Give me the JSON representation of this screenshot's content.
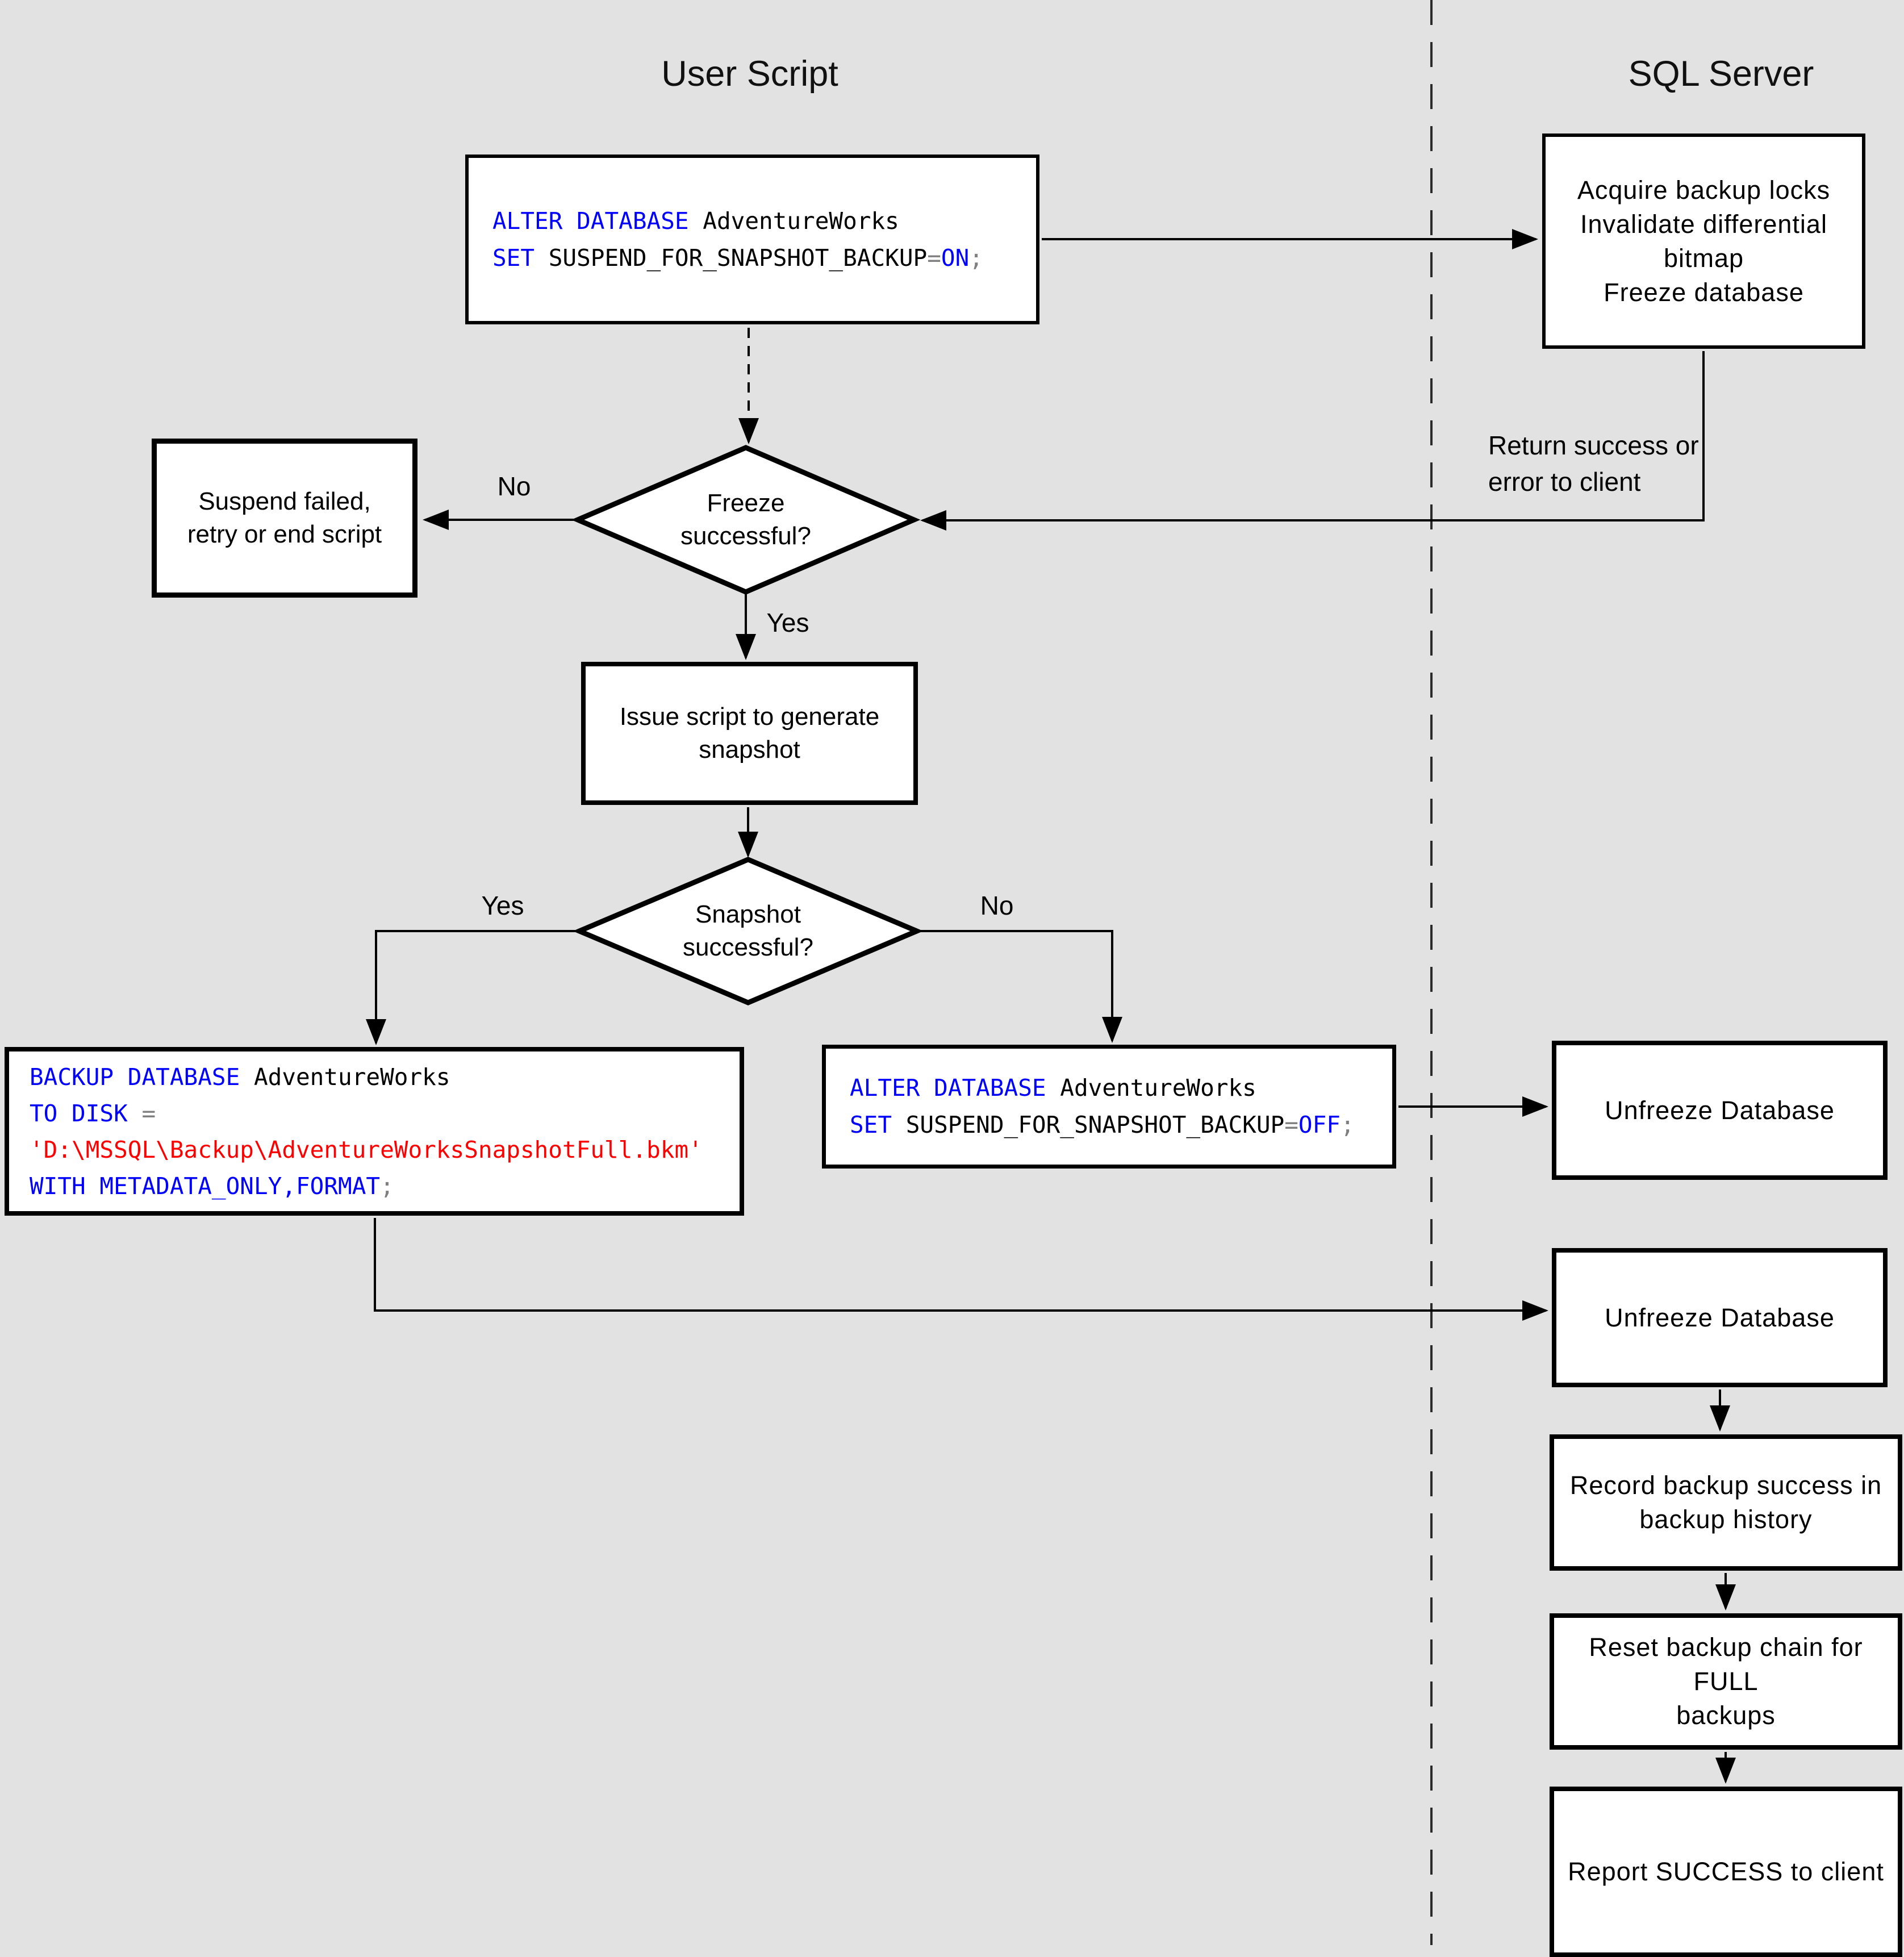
{
  "titles": {
    "user_script": "User Script",
    "sql_server": "SQL Server"
  },
  "decisions": {
    "freeze": "Freeze\nsuccessful?",
    "snapshot": "Snapshot\nsuccessful?"
  },
  "branch_labels": {
    "freeze_no": "No",
    "freeze_yes": "Yes",
    "snapshot_yes": "Yes",
    "snapshot_no": "No"
  },
  "notes": {
    "return_to_client": "Return success or\nerror to client"
  },
  "process_boxes": {
    "suspend_failed": "Suspend failed,\nretry or end script",
    "acquire": "Acquire backup locks\nInvalidate differential\nbitmap\nFreeze database",
    "issue_snapshot": "Issue script to generate\nsnapshot",
    "unfreeze_1": "Unfreeze Database",
    "unfreeze_2": "Unfreeze Database",
    "record_history": "Record backup success in\nbackup history",
    "reset_chain": "Reset backup chain for FULL\nbackups",
    "report_success": "Report SUCCESS to client"
  },
  "code": {
    "suspend_on": {
      "l1_kw": "ALTER DATABASE",
      "l1_id": " AdventureWorks",
      "l2_kw": "SET",
      "l2_id": " SUSPEND_FOR_SNAPSHOT_BACKUP",
      "l2_op": "=",
      "l2_kw2": "ON",
      "l2_pn": ";"
    },
    "suspend_off": {
      "l1_kw": "ALTER DATABASE",
      "l1_id": " AdventureWorks",
      "l2_kw": "SET",
      "l2_id": " SUSPEND_FOR_SNAPSHOT_BACKUP",
      "l2_op": "=",
      "l2_kw2": "OFF",
      "l2_pn": ";"
    },
    "backup": {
      "l1_kw": "BACKUP DATABASE",
      "l1_id": " AdventureWorks",
      "l2_kw": "TO DISK",
      "l2_op": " =",
      "l3_str": "'D:\\MSSQL\\Backup\\AdventureWorksSnapshotFull.bkm'",
      "l4_kw": "WITH METADATA_ONLY,FORMAT",
      "l4_pn": ";"
    }
  },
  "colors": {
    "background": "#e2e2e2",
    "box_fill": "#ffffff",
    "line": "#000000",
    "keyword": "#0000ff",
    "identifier": "#000000",
    "operator": "#7f7f7f",
    "string": "#ff0000"
  }
}
